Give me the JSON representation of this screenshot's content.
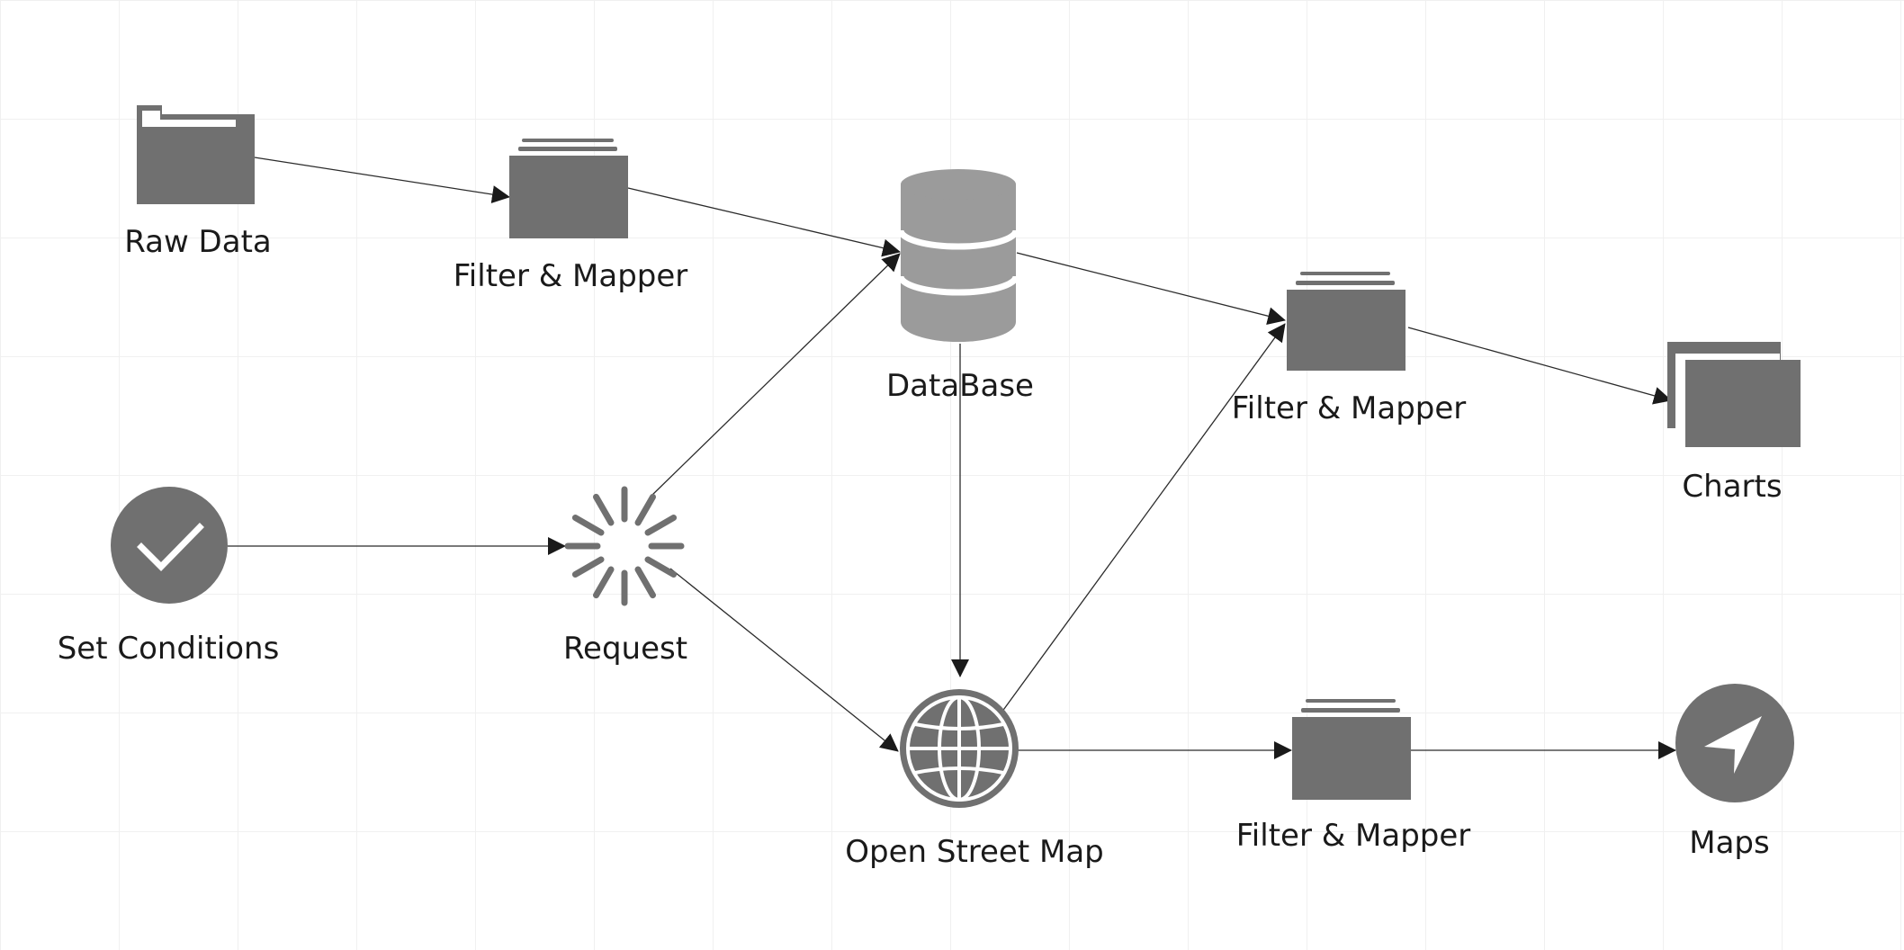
{
  "diagram": {
    "nodes": [
      {
        "id": "raw_data",
        "label": "Raw Data",
        "icon": "folder-icon"
      },
      {
        "id": "filter_1",
        "label": "Filter & Mapper",
        "icon": "stack-icon"
      },
      {
        "id": "database",
        "label": "DataBase",
        "icon": "database-icon"
      },
      {
        "id": "filter_2",
        "label": "Filter & Mapper",
        "icon": "stack-icon"
      },
      {
        "id": "charts",
        "label": "Charts",
        "icon": "windows-icon"
      },
      {
        "id": "set_conditions",
        "label": "Set Conditions",
        "icon": "check-circle-icon"
      },
      {
        "id": "request",
        "label": "Request",
        "icon": "spinner-icon"
      },
      {
        "id": "osm",
        "label": "Open Street Map",
        "icon": "globe-icon"
      },
      {
        "id": "filter_3",
        "label": "Filter & Mapper",
        "icon": "stack-icon"
      },
      {
        "id": "maps",
        "label": "Maps",
        "icon": "navigation-icon"
      }
    ],
    "edges": [
      {
        "from": "raw_data",
        "to": "filter_1"
      },
      {
        "from": "filter_1",
        "to": "database"
      },
      {
        "from": "database",
        "to": "filter_2"
      },
      {
        "from": "filter_2",
        "to": "charts"
      },
      {
        "from": "set_conditions",
        "to": "request"
      },
      {
        "from": "request",
        "to": "database"
      },
      {
        "from": "request",
        "to": "osm"
      },
      {
        "from": "database",
        "to": "osm"
      },
      {
        "from": "osm",
        "to": "filter_2"
      },
      {
        "from": "osm",
        "to": "filter_3"
      },
      {
        "from": "filter_3",
        "to": "maps"
      }
    ],
    "colors": {
      "icon": "#707070",
      "database": "#9b9b9b",
      "edge": "#2b2b2b",
      "label": "#1a1a1a"
    }
  }
}
